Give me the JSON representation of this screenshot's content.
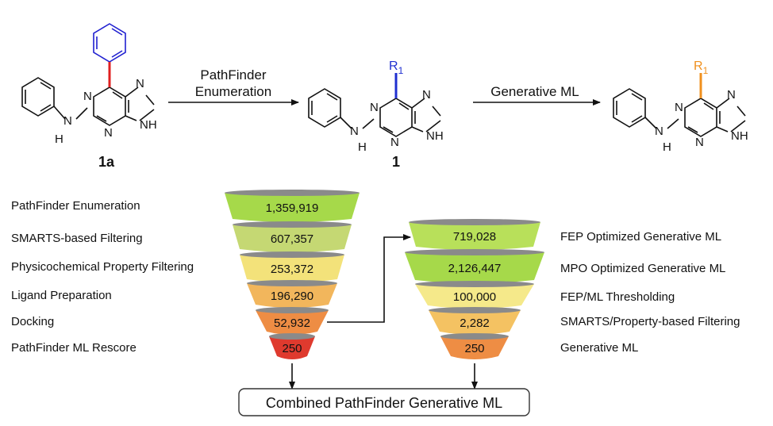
{
  "top_scheme": {
    "arrow1_line1": "PathFinder",
    "arrow1_line2": "Enumeration",
    "arrow2_label": "Generative ML",
    "compound1_label": "1a",
    "compound2_label": "1",
    "r_group": "R",
    "r_sub": "1",
    "atom_n": "N",
    "atom_nh": "NH",
    "atom_h": "H",
    "colors": {
      "phenyl_red": "#e02020",
      "phenyl_blue": "#2020d0",
      "r_blue": "#1f2fd0",
      "r_orange": "#f0901e"
    }
  },
  "left_funnel": {
    "stages": [
      {
        "label": "PathFinder Enumeration",
        "value": "1,359,919",
        "color": "#a6d94a"
      },
      {
        "label": "SMARTS-based Filtering",
        "value": "607,357",
        "color": "#c5d873"
      },
      {
        "label": "Physicochemical Property Filtering",
        "value": "253,372",
        "color": "#f3e27a"
      },
      {
        "label": "Ligand Preparation",
        "value": "196,290",
        "color": "#f2b65c"
      },
      {
        "label": "Docking",
        "value": "52,932",
        "color": "#ee8d44"
      },
      {
        "label": "PathFinder ML Rescore",
        "value": "250",
        "color": "#df3a2e"
      }
    ]
  },
  "right_funnel": {
    "stages": [
      {
        "label": "FEP Optimized Generative ML",
        "value": "719,028",
        "color": "#b8e05a"
      },
      {
        "label": "MPO Optimized Generative ML",
        "value": "2,126,447",
        "color": "#a6d94a"
      },
      {
        "label": "FEP/ML Thresholding",
        "value": "100,000",
        "color": "#f5e98a"
      },
      {
        "label": "SMARTS/Property-based Filtering",
        "value": "2,282",
        "color": "#f4c262"
      },
      {
        "label": "Generative ML",
        "value": "250",
        "color": "#ee8d44"
      }
    ]
  },
  "combined_label": "Combined PathFinder Generative ML"
}
